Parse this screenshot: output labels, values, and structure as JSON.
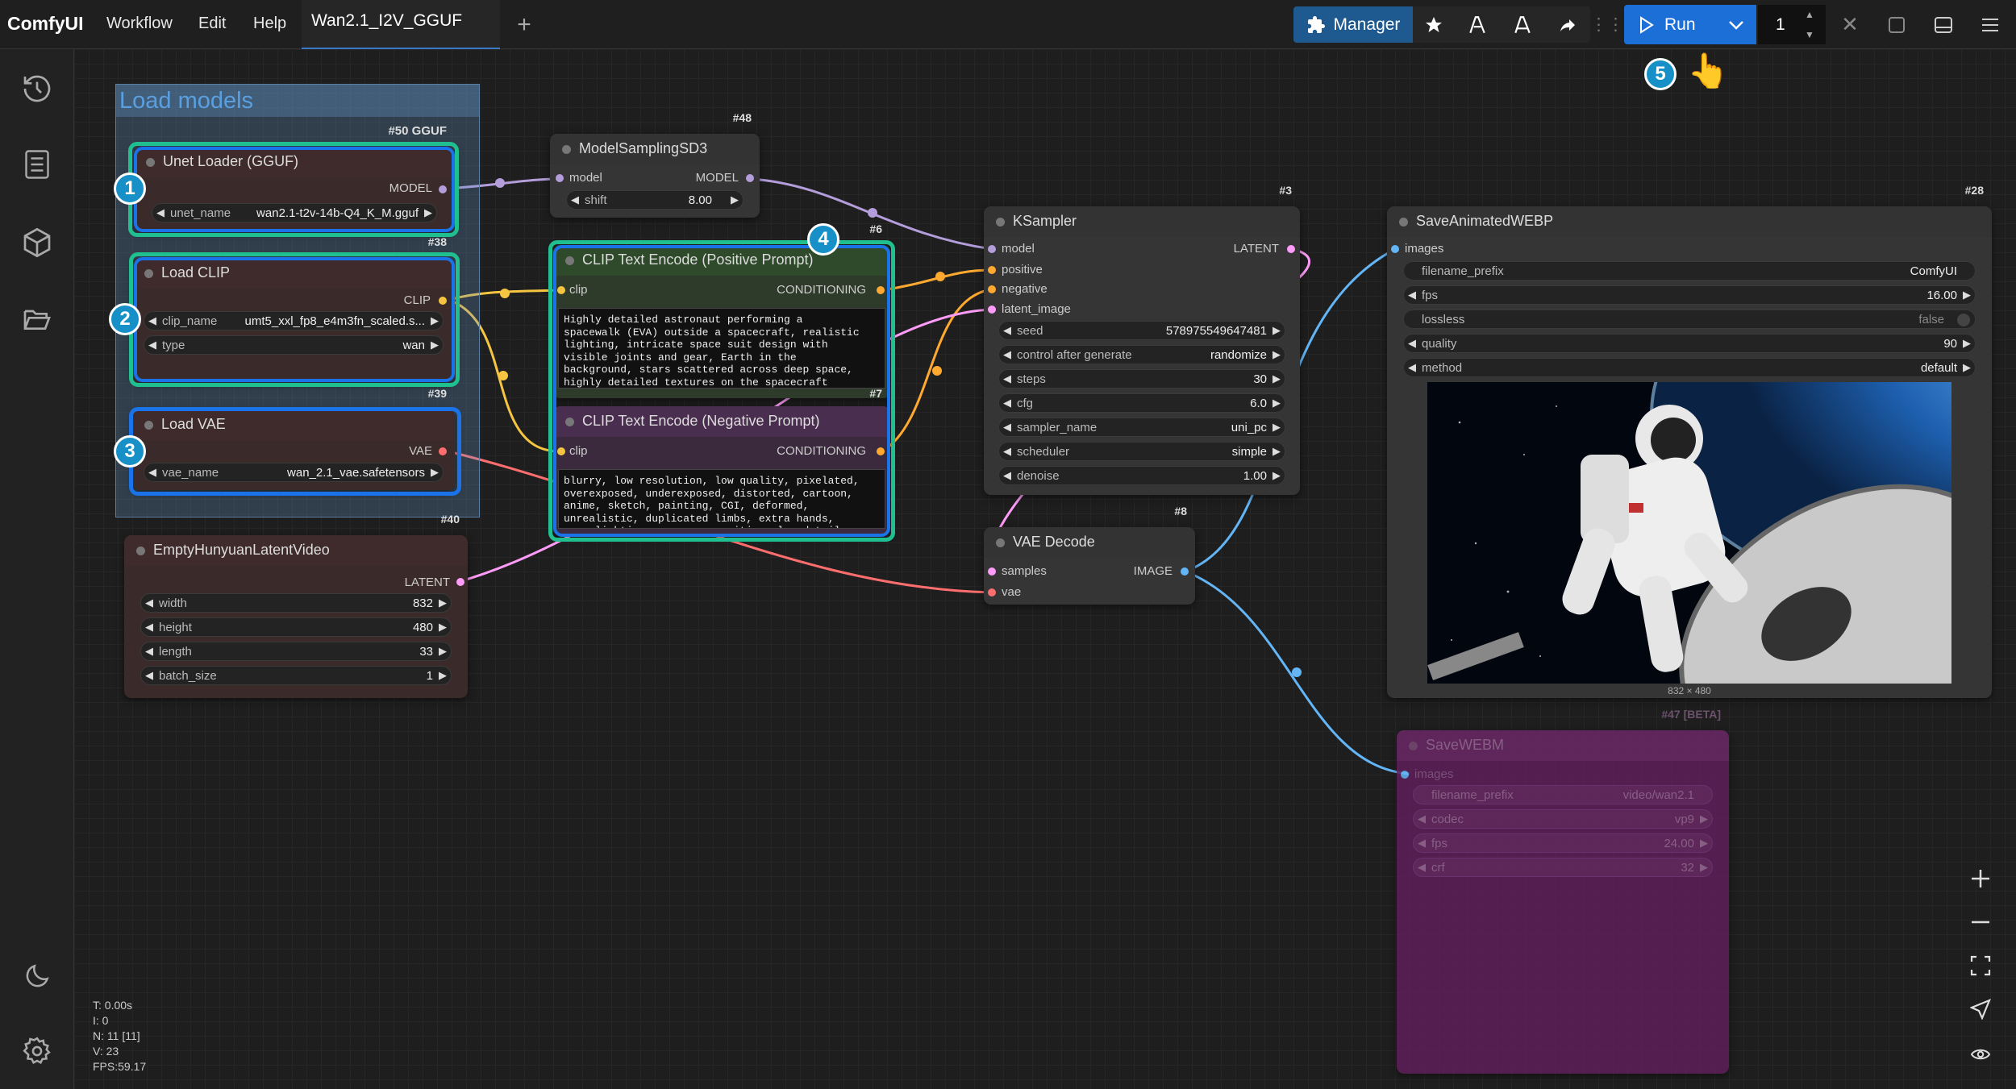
{
  "app": {
    "name": "ComfyUI"
  },
  "menu": [
    "Workflow",
    "Edit",
    "Help"
  ],
  "tab": {
    "label": "Wan2.1_I2V_GGUF",
    "add": "+"
  },
  "toolbar": {
    "manager": "Manager",
    "run": "Run",
    "queue_count": "1"
  },
  "group": {
    "title": "Load models"
  },
  "nodes": {
    "unet": {
      "id": "#50 GGUF",
      "title": "Unet Loader (GGUF)",
      "out": "MODEL",
      "w_label": "unet_name",
      "w_value": "wan2.1-t2v-14b-Q4_K_M.gguf"
    },
    "clip": {
      "id": "#38",
      "title": "Load CLIP",
      "out": "CLIP",
      "w1_label": "clip_name",
      "w1_value": "umt5_xxl_fp8_e4m3fn_scaled.s...",
      "w2_label": "type",
      "w2_value": "wan"
    },
    "vae": {
      "id": "#39",
      "title": "Load VAE",
      "out": "VAE",
      "w_label": "vae_name",
      "w_value": "wan_2.1_vae.safetensors"
    },
    "latent": {
      "id": "#40",
      "title": "EmptyHunyuanLatentVideo",
      "out": "LATENT",
      "widgets": [
        {
          "l": "width",
          "v": "832"
        },
        {
          "l": "height",
          "v": "480"
        },
        {
          "l": "length",
          "v": "33"
        },
        {
          "l": "batch_size",
          "v": "1"
        }
      ]
    },
    "msd3": {
      "id": "#48",
      "title": "ModelSamplingSD3",
      "in": "model",
      "out": "MODEL",
      "w_label": "shift",
      "w_value": "8.00"
    },
    "pos": {
      "id": "#6",
      "title": "CLIP Text Encode (Positive Prompt)",
      "in": "clip",
      "out": "CONDITIONING",
      "text": "Highly detailed astronaut performing a spacewalk (EVA) outside a spacecraft, realistic lighting, intricate space suit design with visible joints and gear, Earth in the background, stars scattered across deep space, highly detailed textures on the spacecraft hull, cinematic"
    },
    "neg": {
      "id": "#7",
      "title": "CLIP Text Encode (Negative Prompt)",
      "in": "clip",
      "out": "CONDITIONING",
      "text": "blurry, low resolution, low quality, pixelated, overexposed, underexposed, distorted, cartoon, anime, sketch, painting, CGI, deformed, unrealistic, duplicated limbs, extra hands, poor lighting, messy composition, low detail, glitch"
    },
    "ksampler": {
      "id": "#3",
      "title": "KSampler",
      "inputs": [
        "model",
        "positive",
        "negative",
        "latent_image"
      ],
      "out": "LATENT",
      "widgets": [
        {
          "l": "seed",
          "v": "578975549647481"
        },
        {
          "l": "control after generate",
          "v": "randomize"
        },
        {
          "l": "steps",
          "v": "30"
        },
        {
          "l": "cfg",
          "v": "6.0"
        },
        {
          "l": "sampler_name",
          "v": "uni_pc"
        },
        {
          "l": "scheduler",
          "v": "simple"
        },
        {
          "l": "denoise",
          "v": "1.00"
        }
      ]
    },
    "vaedecode": {
      "id": "#8",
      "title": "VAE Decode",
      "in1": "samples",
      "in2": "vae",
      "out": "IMAGE"
    },
    "savewebp": {
      "id": "#28",
      "title": "SaveAnimatedWEBP",
      "in": "images",
      "widgets": [
        {
          "l": "filename_prefix",
          "v": "ComfyUI"
        },
        {
          "l": "fps",
          "v": "16.00"
        },
        {
          "l": "lossless",
          "v": "false"
        },
        {
          "l": "quality",
          "v": "90"
        },
        {
          "l": "method",
          "v": "default"
        }
      ],
      "image_size": "832 × 480"
    },
    "savewebm": {
      "id": "#47 [BETA]",
      "title": "SaveWEBM",
      "in": "images",
      "widgets": [
        {
          "l": "filename_prefix",
          "v": "video/wan2.1"
        },
        {
          "l": "codec",
          "v": "vp9"
        },
        {
          "l": "fps",
          "v": "24.00"
        },
        {
          "l": "crf",
          "v": "32"
        }
      ]
    }
  },
  "badges": [
    "1",
    "2",
    "3",
    "4",
    "5"
  ],
  "stats": [
    "T: 0.00s",
    "I: 0",
    "N: 11 [11]",
    "V: 23",
    "FPS:59.17"
  ],
  "colors": {
    "green_highlight": "#1fbf8f",
    "blue_highlight": "#1a73e8",
    "link_model": "#b39ddb",
    "link_clip": "#f5c542",
    "link_vae": "#ff6e6e",
    "link_latent": "#ff9cf9",
    "link_image": "#64b5f6",
    "link_cond": "#ffa931"
  }
}
